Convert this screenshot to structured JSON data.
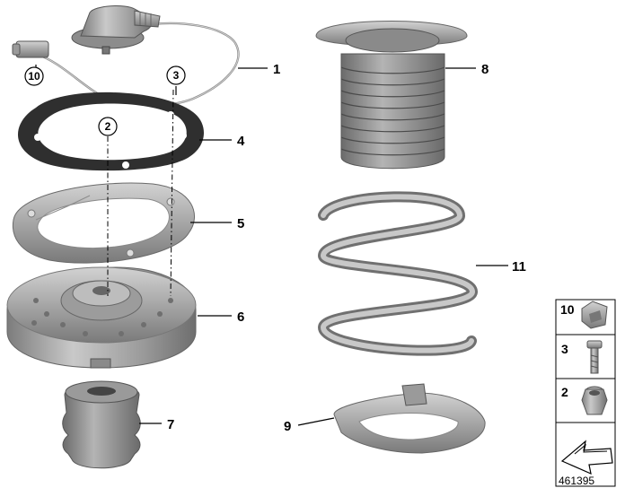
{
  "callouts": {
    "c1": "1",
    "c2": "2",
    "c3": "3",
    "c4": "4",
    "c5": "5",
    "c6": "6",
    "c7": "7",
    "c8": "8",
    "c9": "9",
    "c10": "10",
    "c11": "11"
  },
  "legend": [
    {
      "number": "10",
      "icon": "cable-clip-icon"
    },
    {
      "number": "3",
      "icon": "bolt-icon"
    },
    {
      "number": "2",
      "icon": "nut-icon"
    }
  ],
  "legend_arrow_icon": "direction-arrow-icon",
  "diagram_id": "461395"
}
